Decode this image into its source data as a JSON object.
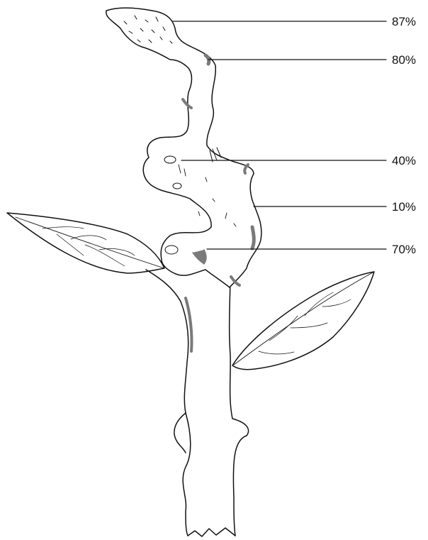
{
  "labels": [
    {
      "id": "top",
      "text": "87%"
    },
    {
      "id": "upper",
      "text": "80%"
    },
    {
      "id": "mid",
      "text": "40%"
    },
    {
      "id": "lower_mid",
      "text": "10%"
    },
    {
      "id": "low",
      "text": "70%"
    }
  ],
  "colors": {
    "ink": "#111111",
    "shade": "#7a7a7a",
    "paper": "#ffffff"
  }
}
